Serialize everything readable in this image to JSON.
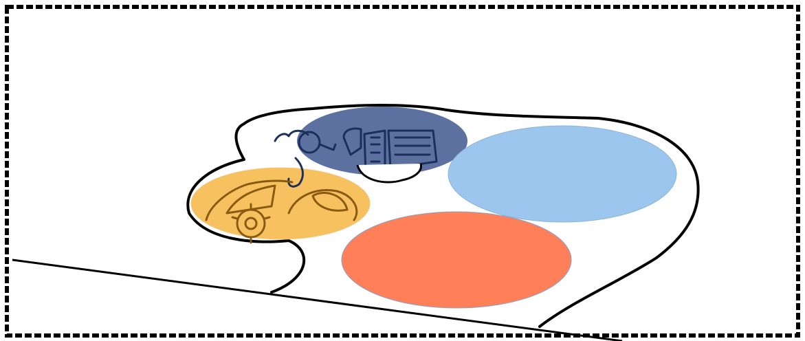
{
  "diagram": {
    "frame": {
      "border_style": "dashed",
      "border_color": "#000000"
    },
    "outline": {
      "stroke_color": "#000000",
      "fill_color": "#ffffff"
    },
    "regions": [
      {
        "name": "top-left-region",
        "fill": "#4A6296",
        "opacity": 0.9
      },
      {
        "name": "top-right-region",
        "fill": "#9DC6EE",
        "opacity": 1.0
      },
      {
        "name": "left-region",
        "fill": "#F5B642",
        "opacity": 0.85
      },
      {
        "name": "bottom-region",
        "fill": "#FF7F59",
        "opacity": 1.0
      }
    ],
    "sketch_stroke_color": "#1B2F5C",
    "sketch_stroke_color_left": "#8A5A12"
  }
}
